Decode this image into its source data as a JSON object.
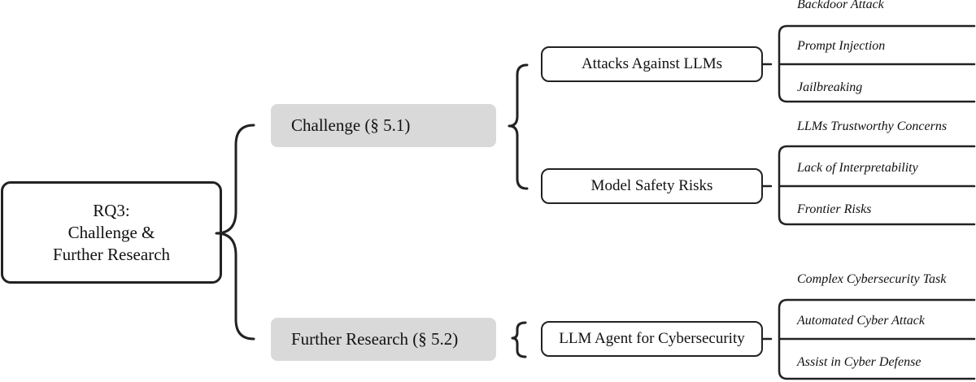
{
  "root": {
    "line1": "RQ3:",
    "line2": "Challenge &",
    "line3": "Further Research"
  },
  "challenge": {
    "label": "Challenge (§ 5.1)",
    "attacks": {
      "label": "Attacks Against LLMs",
      "leaves": [
        "Backdoor Attack",
        "Prompt Injection",
        "Jailbreaking"
      ]
    },
    "safety": {
      "label": "Model Safety Risks",
      "leaves": [
        "LLMs Trustworthy Concerns",
        "Lack of Interpretability",
        "Frontier Risks"
      ]
    }
  },
  "further": {
    "label": "Further Research (§ 5.2)",
    "agent": {
      "label": "LLM Agent for Cybersecurity",
      "leaves": [
        "Complex Cybersecurity Task",
        "Automated Cyber Attack",
        "Assist in Cyber Defense"
      ]
    }
  },
  "colors": {
    "line": "#222222",
    "category_fill": "#d9d9d9"
  }
}
